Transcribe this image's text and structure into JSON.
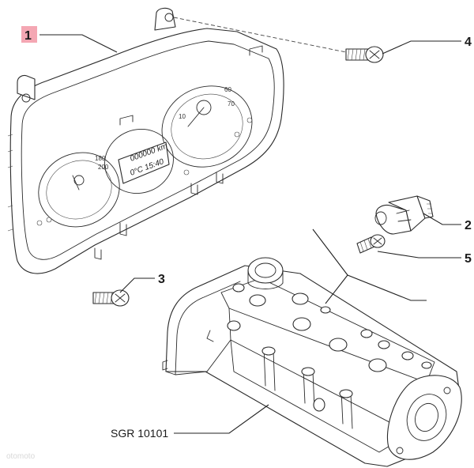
{
  "callouts": [
    {
      "id": "1",
      "label": "1"
    },
    {
      "id": "2",
      "label": "2"
    },
    {
      "id": "3",
      "label": "3"
    },
    {
      "id": "4",
      "label": "4"
    },
    {
      "id": "5",
      "label": "5"
    }
  ],
  "figure_code": "SGR 10101",
  "instrument_cluster": {
    "odometer": "000000 km",
    "display": "0°C 15:40",
    "left_dial_marks": [
      "180",
      "200"
    ],
    "right_dial_marks": [
      "10",
      "60",
      "70"
    ]
  },
  "watermark": "otomoto",
  "colors": {
    "highlight": "#f4a7b3",
    "line": "#2a2a2a"
  }
}
